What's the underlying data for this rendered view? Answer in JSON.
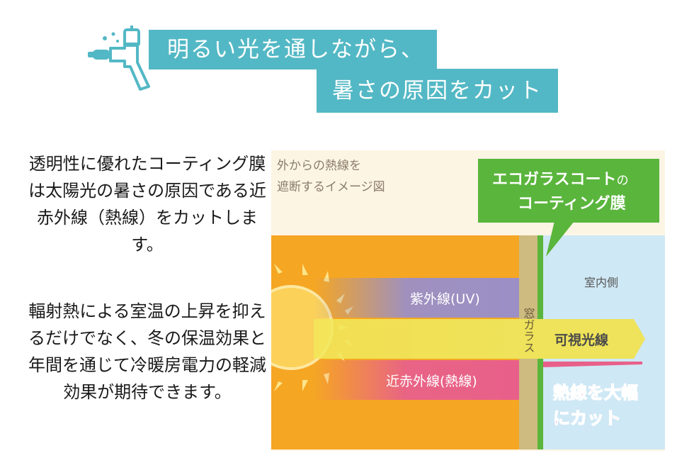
{
  "headline": {
    "line1": "明るい光を通しながら、",
    "line2": "暑さの原因をカット"
  },
  "description": {
    "paragraph1": "透明性に優れたコーティング膜は太陽光の暑さの原因である近赤外線（熱線）をカットします。",
    "paragraph2": "輻射熱による室温の上昇を抑えるだけでなく、冬の保温効果と年間を通じて冷暖房電力の軽減効果が期待できます。"
  },
  "diagram": {
    "caption_line1": "外からの熱線を",
    "caption_line2": "遮断するイメージ図",
    "callout_line1_main": "エコガラスコート",
    "callout_line1_suffix": "の",
    "callout_line2": "コーティング膜",
    "indoor_label": "室内側",
    "glass_label": "窓ガラス",
    "uv_label": "紫外線(UV)",
    "visible_label": "可視光線",
    "nir_label": "近赤外線(熱線)",
    "cut_line1": "熱線を大幅",
    "cut_line2": "にカット"
  },
  "colors": {
    "headline_bg": "#53b8c5",
    "outdoor_bg": "#fdf5e4",
    "sun_orange": "#f5a623",
    "indoor_blue": "#cfe8f5",
    "glass_tan": "#cdbb80",
    "coating_green": "#5ab53c",
    "uv_purple": "#9b8fc6",
    "visible_yellow": "#eee35a",
    "nir_pink": "#e8608a",
    "cut_text_pink": "#e95e8c"
  },
  "icons": {
    "spray": "spray-gun-icon"
  }
}
